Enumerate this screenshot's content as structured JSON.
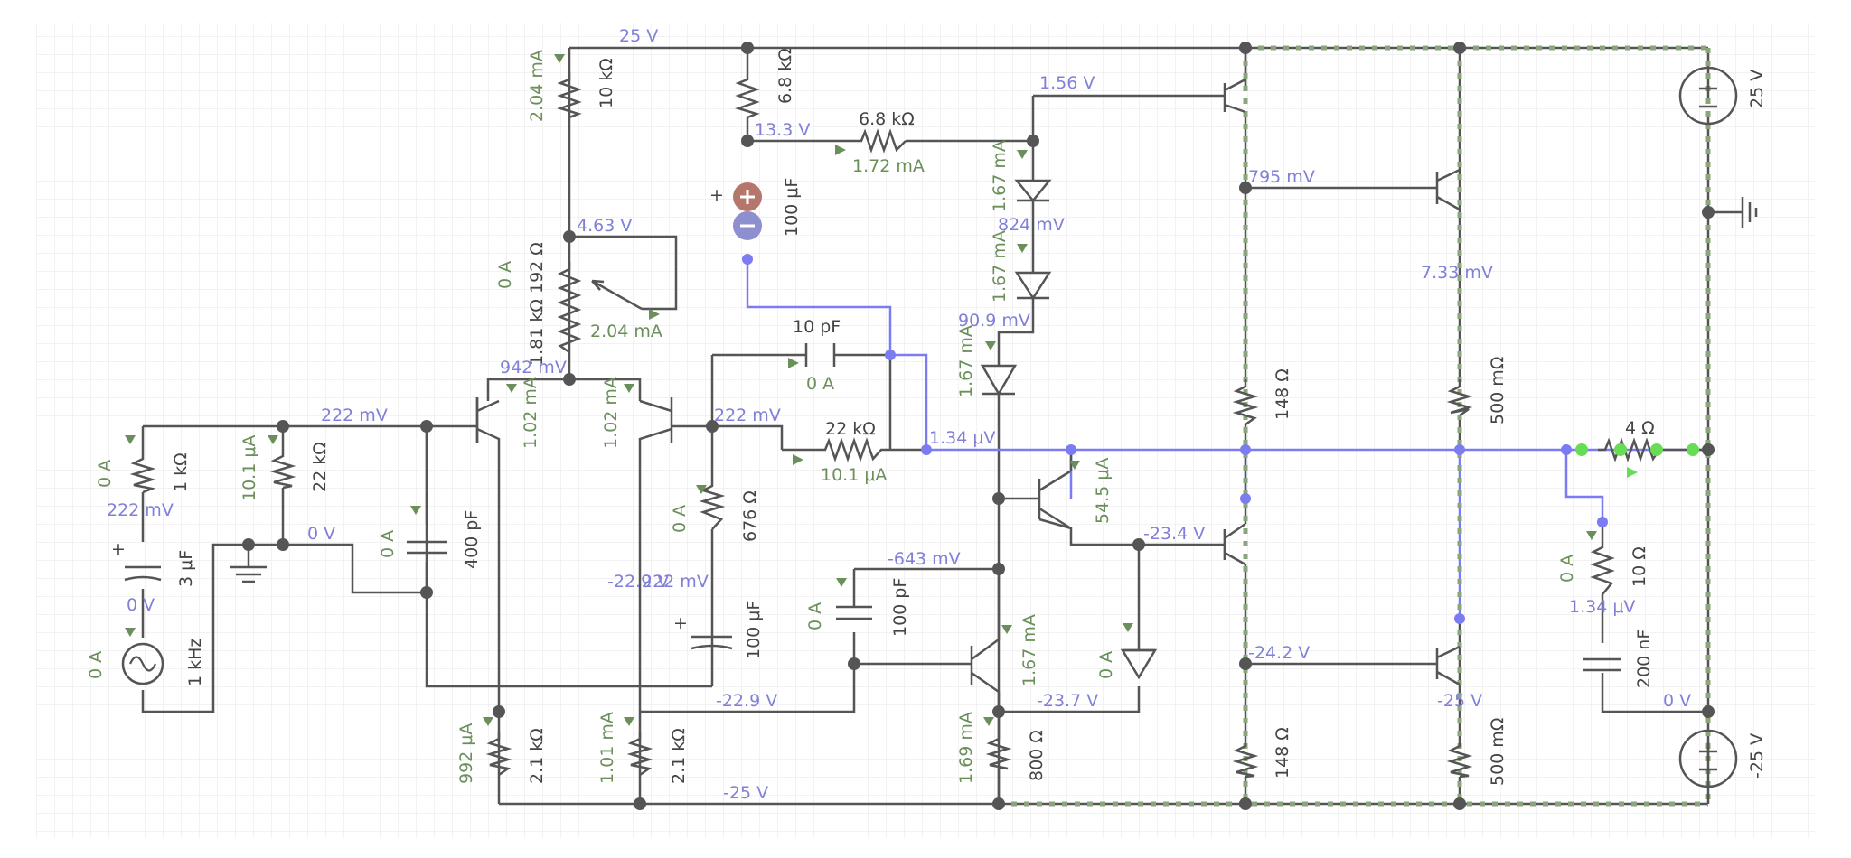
{
  "colors": {
    "wire": "#555555",
    "wire_selected": "#7b7bf2",
    "current_flow": "#8aa57a",
    "voltage_label": "#8080d8",
    "current_label": "#6a8f5a",
    "component_label": "#444444",
    "grid": "#e6e6e6",
    "electrolytic_positive": "#b5766b",
    "electrolytic_negative": "#8d8fcf",
    "output_node": "#66dd55"
  },
  "voltages": {
    "top_rail": "25 V",
    "n_13v3": "13.3 V",
    "n_1v56": "1.56 V",
    "n_4v63": "4.63 V",
    "n_824mv": "824 mV",
    "n_795mv": "795 mV",
    "n_7v33mv": "7.33 mV",
    "n_90v9mv": "90.9 mV",
    "n_942mv": "942 mV",
    "n_222mv_a": "222 mV",
    "n_222mv_b": "222 mV",
    "n_222mv_c": "222 mV",
    "n_222mv_d": "222 mV",
    "n_1v34uv_a": "1.34 μV",
    "n_1v34uv_b": "1.34 μV",
    "n_0v_a": "0 V",
    "n_0v_b": "0 V",
    "n_0v_c": "0 V",
    "n_m643mv": "-643 mV",
    "n_m23v4": "-23.4 V",
    "n_m22v9_a": "-22.9 V",
    "n_m22v9_b": "-22.9 V",
    "n_m24v2": "-24.2 V",
    "n_m23v7": "-23.7 V",
    "n_m25v_a": "-25 V",
    "n_m25v_b": "-25 V"
  },
  "currents": {
    "i_2v04ma_a": "2.04 mA",
    "i_2v04ma_b": "2.04 mA",
    "i_1v72ma": "1.72 mA",
    "i_1v67ma_a": "1.67 mA",
    "i_1v67ma_b": "1.67 mA",
    "i_1v67ma_c": "1.67 mA",
    "i_1v67ma_d": "1.67 mA",
    "i_0a_pot": "0 A",
    "i_0a_10pf": "0 A",
    "i_1v02ma_a": "1.02 mA",
    "i_1v02ma_b": "1.02 mA",
    "i_0a_1k": "0 A",
    "i_10v1ua_a": "10.1 μA",
    "i_10v1ua_b": "10.1 μA",
    "i_0a_400pf": "0 A",
    "i_0a_676": "0 A",
    "i_54v5ua": "54.5 μA",
    "i_0a_src": "0 A",
    "i_0a_100pf": "0 A",
    "i_0a_diode": "0 A",
    "i_0a_10ohm": "0 A",
    "i_992ua": "992 μA",
    "i_1v01ma": "1.01 mA",
    "i_1v69ma": "1.69 mA"
  },
  "components": {
    "r_10k": "10 kΩ",
    "r_6k8_v": "6.8 kΩ",
    "r_6k8_h": "6.8 kΩ",
    "c_100uf_top": "100 μF",
    "pot_192": "192 Ω",
    "pot_1k81": "1.81 kΩ",
    "c_10pf": "10 pF",
    "r_22k_h": "22 kΩ",
    "r_1k": "1 kΩ",
    "r_22k_v": "22 kΩ",
    "c_3uf": "3 μF",
    "src_1khz": "1 kHz",
    "c_400pf": "400 pF",
    "r_676": "676 Ω",
    "c_100uf_bot": "100 μF",
    "c_100pf": "100 pF",
    "r_148_top": "148 Ω",
    "r_148_bot": "148 Ω",
    "r_500m_top": "500 mΩ",
    "r_500m_bot": "500 mΩ",
    "r_4ohm": "4 Ω",
    "r_10ohm": "10 Ω",
    "c_200nf": "200 nF",
    "r_2k1_a": "2.1 kΩ",
    "r_2k1_b": "2.1 kΩ",
    "r_800": "800 Ω",
    "bat_pos": "25 V",
    "bat_neg": "-25 V"
  },
  "icons": {
    "ground": "ground-icon",
    "battery": "battery-icon",
    "sine_source": "sine-wave-icon",
    "transistor": "npn-transistor-icon",
    "diode": "diode-icon"
  }
}
